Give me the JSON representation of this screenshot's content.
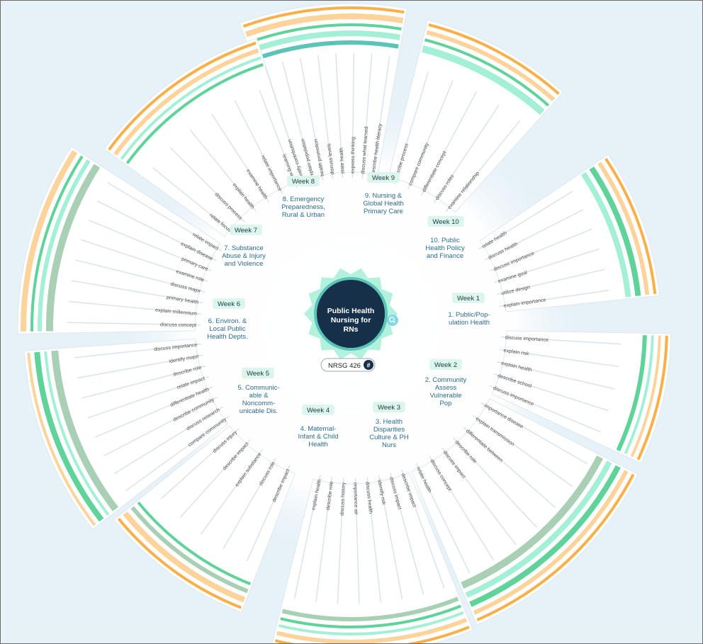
{
  "center": {
    "title_lines": [
      "Public Health",
      "Nursing for",
      "RNs"
    ],
    "course_code": "NRSG 426",
    "hash_label": "#",
    "zoom_icon": "zoom-search-icon"
  },
  "colors": {
    "navy": "#163049",
    "teal": "#5cc3b8",
    "mint": "#a4f0d6",
    "green": "#5fd39a",
    "sage": "#a9d0b5",
    "orange": "#f9b04a",
    "peach": "#fdd39c",
    "background": "#e6f1f8"
  },
  "weeks": [
    {
      "tag": "Week 1",
      "title_lines": [
        "1. Public/Pop-",
        "ulation Health"
      ],
      "objectives": [
        "identify contribution",
        "explain population",
        "health promotion",
        "discuss levels",
        "state health",
        "express thinking",
        "discuss what learned",
        "describe health literacy"
      ]
    },
    {
      "tag": "Week 2",
      "title_lines": [
        "2. Community",
        "Assess",
        "Vulnerable",
        "Pop"
      ],
      "objectives": [
        "describe process",
        "compare community",
        "differentiate concept",
        "discuss roles",
        "examine relationship"
      ]
    },
    {
      "tag": "Week 3",
      "title_lines": [
        "3. Health",
        "Disparities",
        "Culture & PH",
        "Nurs"
      ],
      "objectives": [
        "relate health",
        "discuss health",
        "discuss importance",
        "examine goal",
        "utilize design",
        "explain importance"
      ]
    },
    {
      "tag": "Week 4",
      "title_lines": [
        "4. Maternal-",
        "Infant & Child",
        "Health"
      ],
      "objectives": [
        "discuss importance",
        "explain risk",
        "explain health",
        "describe school",
        "discuss importance"
      ]
    },
    {
      "tag": "Week 5",
      "title_lines": [
        "5. Communic-",
        "able &",
        "Noncomm-",
        "unicable Dis."
      ],
      "objectives": [
        "importance disease",
        "explain transmission",
        "differentiate between",
        "describe role",
        "discuss impact",
        "discuss concept",
        "relate health"
      ]
    },
    {
      "tag": "Week 6",
      "title_lines": [
        "6.  Environ. &",
        "Local Public",
        "Health Depts."
      ],
      "objectives": [
        "describe impact",
        "discuss impact",
        "identify risk",
        "discuss health",
        "importance air",
        "discuss history",
        "describe role",
        "explain health"
      ]
    },
    {
      "tag": "Week 7",
      "title_lines": [
        "7. Substance",
        "Abuse & Injury",
        "and Violence"
      ],
      "objectives": [
        "describe impact",
        "discuss role",
        "explain substance",
        "describe impact",
        "discuss injury"
      ]
    },
    {
      "tag": "Week 8",
      "title_lines": [
        "8. Emergency",
        "Preparedness,",
        "Rural & Urban"
      ],
      "objectives": [
        "compare community",
        "discuss research",
        "describe community",
        "differentiate health",
        "relate impact",
        "describe role",
        "identify major",
        "discuss importance"
      ]
    },
    {
      "tag": "Week 9",
      "title_lines": [
        "9. Nursing &",
        "Global Health",
        "Primary Care"
      ],
      "objectives": [
        "discuss concept",
        "explain millennium",
        "primary health",
        "discuss major",
        "examine role",
        "primary care",
        "explain disease",
        "relate impact"
      ]
    },
    {
      "tag": "Week 10",
      "title_lines": [
        "10.  Public",
        "Health Policy",
        "and Finance"
      ],
      "objectives": [
        "relate focus",
        "discuss process",
        "explain health",
        "examine health",
        "relate importance",
        "learning world"
      ]
    }
  ]
}
